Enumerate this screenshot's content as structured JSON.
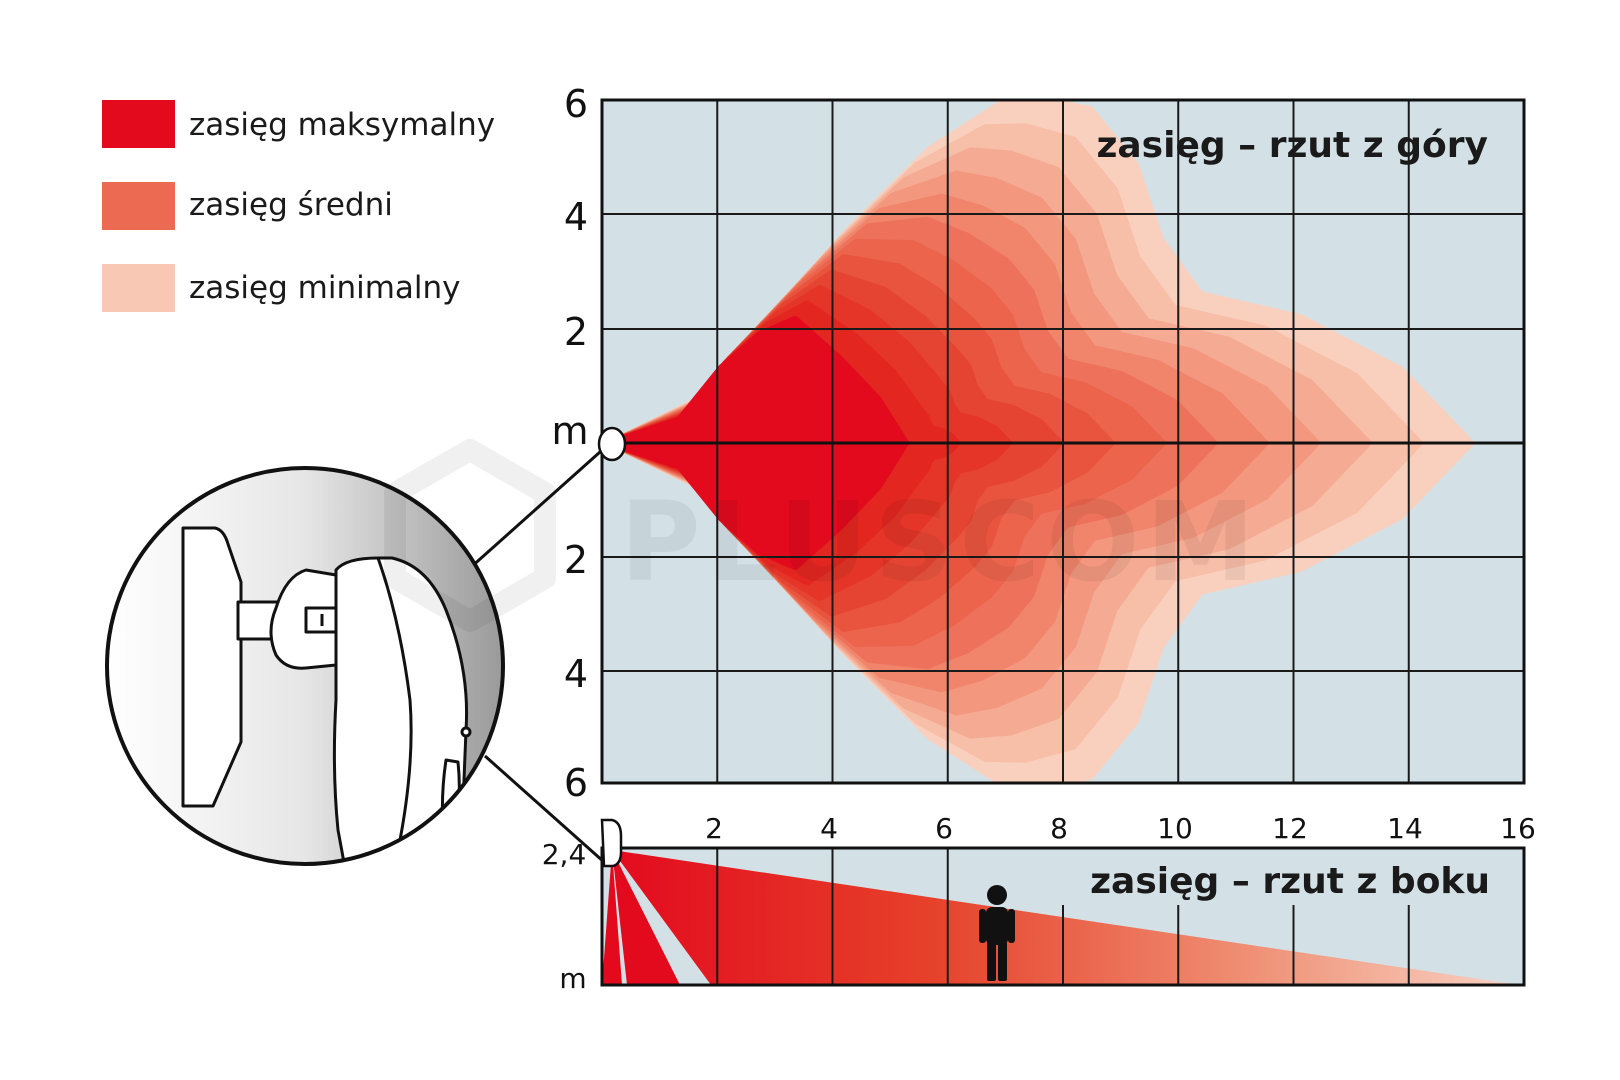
{
  "legend": [
    {
      "label": "zasięg maksymalny",
      "color": "#e30a1e"
    },
    {
      "label": "zasięg średni",
      "color": "#ec6a52"
    },
    {
      "label": "zasięg minimalny",
      "color": "#f8c8b4"
    }
  ],
  "top_view": {
    "title": "zasięg – rzut z góry",
    "unit_label": "m",
    "y_labels_upper": [
      "6",
      "4",
      "2"
    ],
    "y_labels_lower": [
      "2",
      "4",
      "6"
    ]
  },
  "side_view": {
    "title": "zasięg – rzut z boku",
    "height_label": "2,4",
    "unit_label": "m"
  },
  "x_labels": [
    "2",
    "4",
    "6",
    "8",
    "10",
    "12",
    "14",
    "16"
  ],
  "watermark": "PLUSCOM",
  "colors": {
    "plot_bg": "#d3e1e6",
    "grid": "#1a1a1a",
    "zone_max": "#e30a1e",
    "zone_mid": "#ec6a52",
    "zone_min": "#f8c8b4"
  },
  "icons": [
    "pir-sensor-icon",
    "person-icon",
    "watermark-logo-icon"
  ]
}
